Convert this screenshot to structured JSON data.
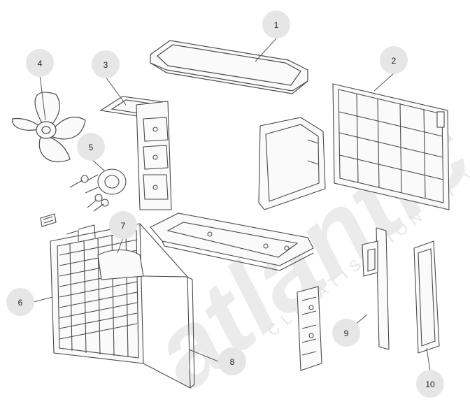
{
  "watermark": {
    "logo_text": "atlantic",
    "tagline": "CLIMATISATION ET VENTILATION",
    "color": "#d8d8d8"
  },
  "colors": {
    "line": "#4a4a4a",
    "callout_fill": "#e6e6e6",
    "leader": "#555555"
  },
  "callouts": [
    {
      "label": "1"
    },
    {
      "label": "2"
    },
    {
      "label": "3"
    },
    {
      "label": "4"
    },
    {
      "label": "5"
    },
    {
      "label": "6"
    },
    {
      "label": "7"
    },
    {
      "label": "8"
    },
    {
      "label": "9"
    },
    {
      "label": "10"
    }
  ]
}
